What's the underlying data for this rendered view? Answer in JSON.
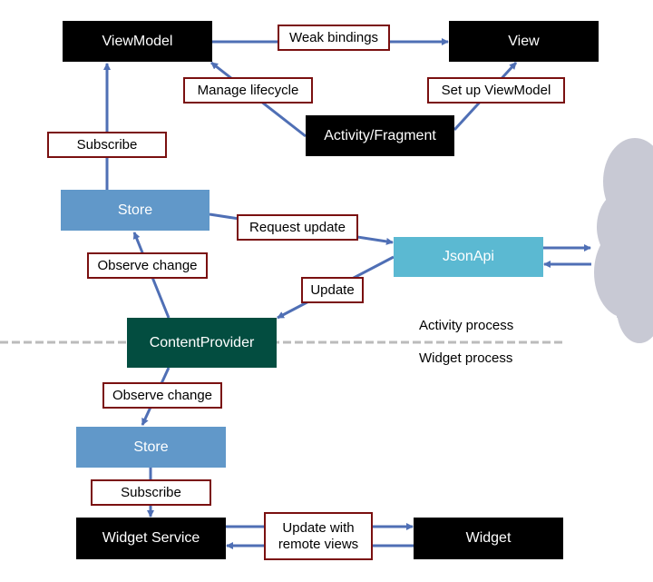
{
  "nodes": {
    "viewmodel": "ViewModel",
    "view": "View",
    "activity_fragment": "Activity/Fragment",
    "store_activity": "Store",
    "jsonapi": "JsonApi",
    "content_provider": "ContentProvider",
    "store_widget": "Store",
    "widget_service": "Widget Service",
    "widget": "Widget"
  },
  "edge_labels": {
    "weak_bindings": "Weak bindings",
    "manage_lifecycle": "Manage lifecycle",
    "set_up_viewmodel": "Set up ViewModel",
    "subscribe_activity": "Subscribe",
    "request_update": "Request update",
    "observe_change_activity": "Observe change",
    "update": "Update",
    "observe_change_widget": "Observe change",
    "subscribe_widget": "Subscribe",
    "update_remote_views_line1": "Update with",
    "update_remote_views_line2": "remote views"
  },
  "regions": {
    "activity_process": "Activity process",
    "widget_process": "Widget process"
  },
  "colors": {
    "black_node": "#000000",
    "store": "#6198c9",
    "jsonapi": "#5bb9d2",
    "content_provider": "#034d40",
    "label_border": "#7a1010",
    "arrow": "#4f6fb5",
    "cloud": "#c8c9d4",
    "divider": "#bbbbbb"
  }
}
